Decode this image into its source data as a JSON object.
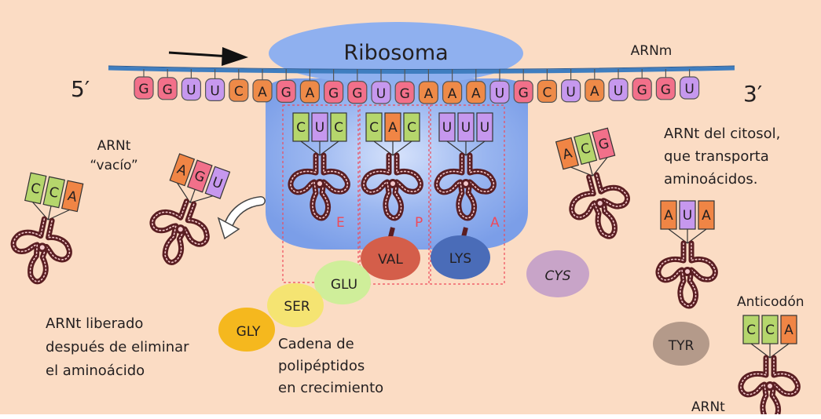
{
  "labels": {
    "ribosome": "Ribosoma",
    "mrna": "ARNm",
    "five_prime": "5′",
    "three_prime": "3′",
    "trna_empty_line1": "ARNt",
    "trna_empty_line2": "“vacío”",
    "released_line1": "ARNt liberado",
    "released_line2": "después de eliminar",
    "released_line3": "el aminoácido",
    "chain_line1": "Cadena de",
    "chain_line2": "polipéptidos",
    "chain_line3": "en crecimiento",
    "cytosol_line1": "ARNt del citosol,",
    "cytosol_line2": "que transporta",
    "cytosol_line3": "aminoácidos.",
    "anticodon": "Anticodón",
    "trna_bottom": "ARNt",
    "site_e": "E",
    "site_p": "P",
    "site_a": "A"
  },
  "mrna_sequence": [
    "G",
    "G",
    "U",
    "U",
    "C",
    "A",
    "G",
    "A",
    "G",
    "G",
    "U",
    "G",
    "A",
    "A",
    "A",
    "U",
    "G",
    "C",
    "U",
    "A",
    "U",
    "G",
    "G",
    "U"
  ],
  "ribosome_trnas": [
    {
      "site": "E",
      "anticodon": [
        "C",
        "U",
        "C"
      ]
    },
    {
      "site": "P",
      "anticodon": [
        "C",
        "A",
        "C"
      ],
      "amino_acid": "VAL"
    },
    {
      "site": "A",
      "anticodon": [
        "U",
        "U",
        "U"
      ],
      "amino_acid": "LYS"
    }
  ],
  "free_trnas": [
    {
      "id": "released",
      "anticodon": [
        "C",
        "C",
        "A"
      ]
    },
    {
      "id": "empty",
      "anticodon": [
        "A",
        "G",
        "U"
      ]
    },
    {
      "id": "incoming",
      "anticodon": [
        "A",
        "C",
        "G"
      ],
      "amino_acid": "CYS"
    },
    {
      "id": "cytosol",
      "anticodon": [
        "A",
        "U",
        "A"
      ],
      "amino_acid": "TYR"
    },
    {
      "id": "anticodon-example",
      "anticodon": [
        "C",
        "C",
        "A"
      ]
    }
  ],
  "chain": [
    "GLY",
    "SER",
    "GLU"
  ],
  "colors": {
    "background": "#fbdcc4",
    "ribosome_body": "#7b9ee8",
    "ribosome_cap": "#8fb0ef",
    "mrna_strand": "#3f7ec0",
    "G": "#f2708a",
    "U": "#c698ee",
    "C": "#ee8a48",
    "A": "#ee8a48",
    "trna_C": "#b5d66c",
    "trna_A": "#f08545",
    "trna_U": "#c698ee",
    "trna_G": "#f2708a",
    "site_border": "#ee4a5a",
    "site_letter": "#ee4a5a",
    "VAL": "#d45e4a",
    "LYS": "#4a6cb8",
    "CYS": "#c8a4c8",
    "TYR": "#b49a8a",
    "GLY": "#f5b81e",
    "SER": "#f5e472",
    "GLU": "#cfee9a"
  }
}
